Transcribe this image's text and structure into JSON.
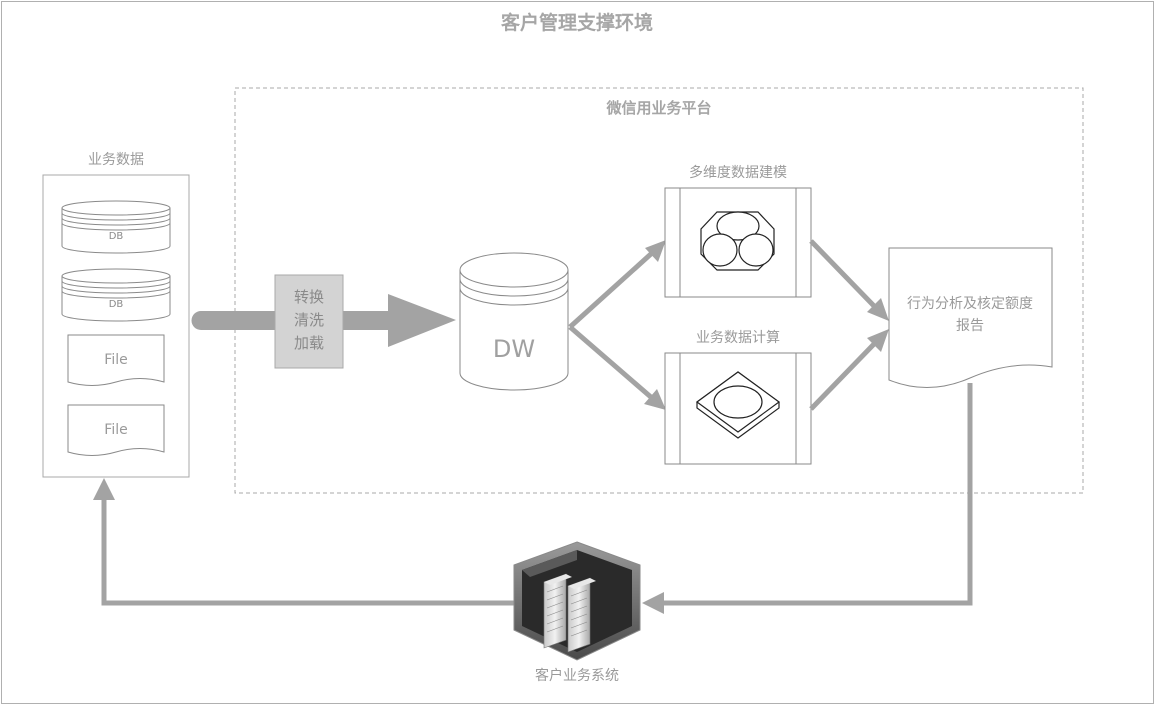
{
  "diagram": {
    "title": "客户管理支撑环境",
    "platform_title": "微信用业务平台",
    "business_data": {
      "title": "业务数据",
      "items": [
        {
          "kind": "db",
          "label": "DB"
        },
        {
          "kind": "db",
          "label": "DB"
        },
        {
          "kind": "file",
          "label": "File"
        },
        {
          "kind": "file",
          "label": "File"
        }
      ]
    },
    "etl": {
      "lines": [
        "转换",
        "清洗",
        "加载"
      ]
    },
    "warehouse": {
      "label": "DW"
    },
    "modeling": {
      "title": "多维度数据建模"
    },
    "calculation": {
      "title": "业务数据计算"
    },
    "report": {
      "lines": [
        "行为分析及核定额度",
        "报告"
      ]
    },
    "system": {
      "label": "客户业务系统"
    }
  }
}
